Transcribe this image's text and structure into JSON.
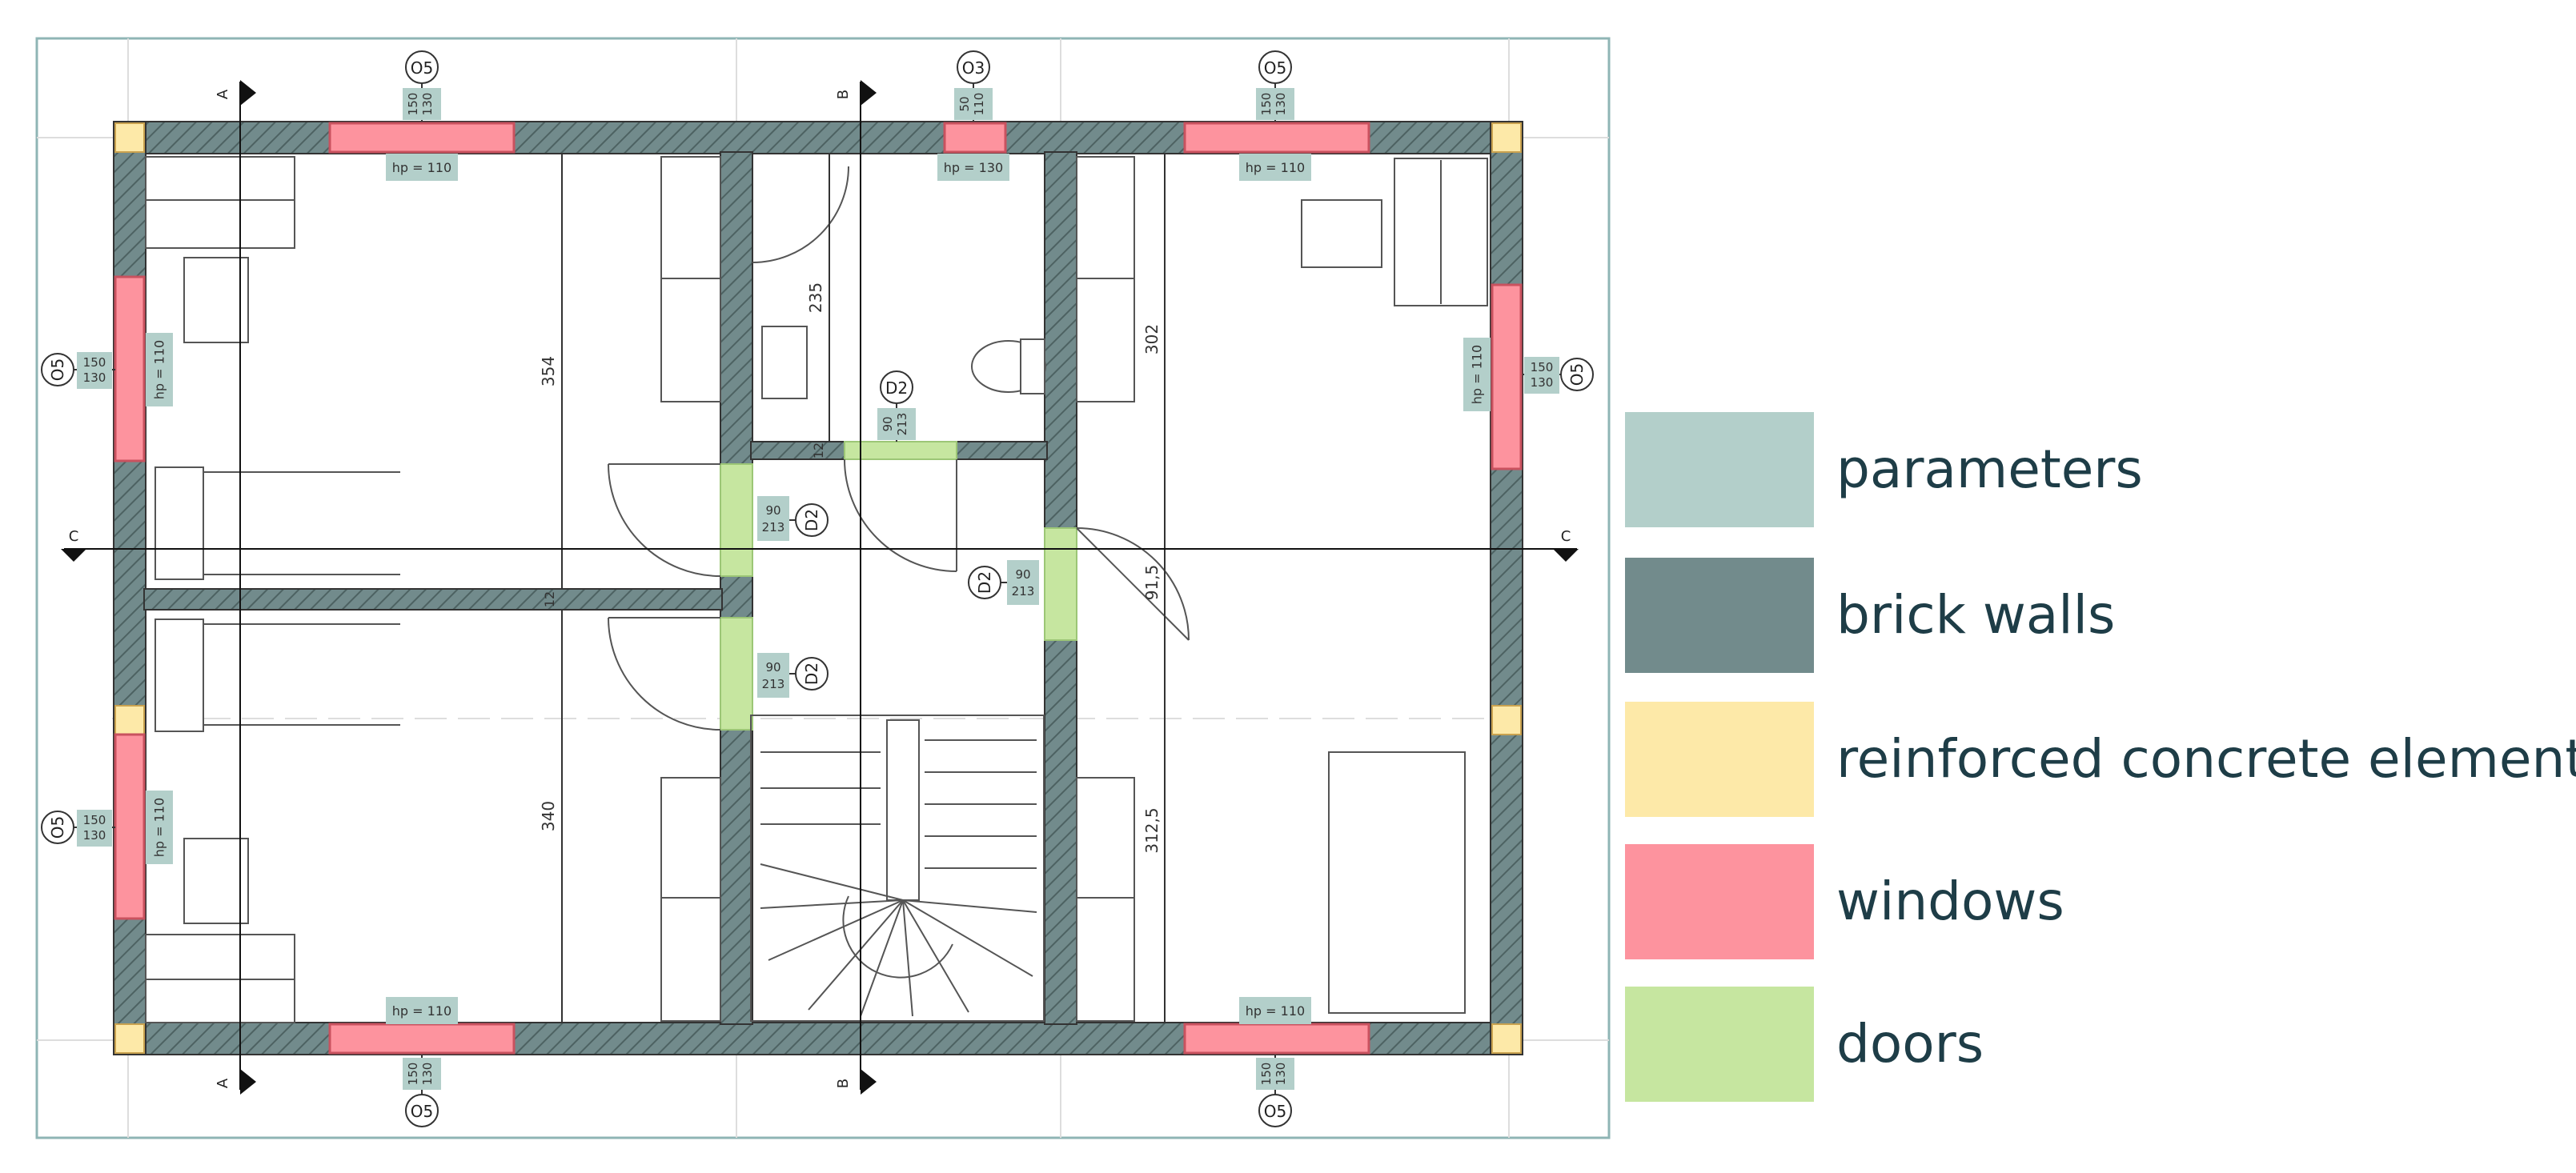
{
  "colors": {
    "parameters": "#b3cfca",
    "brick_walls": "#728b8c",
    "reinforced_concrete": "#fde9a8",
    "windows": "#fd939e",
    "doors": "#c6e6a0",
    "frame": "#8fb5b5",
    "line": "#444444",
    "wall_hatch": "#4d6262"
  },
  "legend": [
    {
      "label": "parameters",
      "color": "#b3cfca"
    },
    {
      "label": "brick walls",
      "color": "#728b8c"
    },
    {
      "label": "reinforced concrete elements",
      "color": "#fde9a8"
    },
    {
      "label": "windows",
      "color": "#fd939e"
    },
    {
      "label": "doors",
      "color": "#c6e6a0"
    }
  ],
  "section_markers": {
    "a": "A",
    "b": "B",
    "c": "C"
  },
  "windows": {
    "o5_top_left": {
      "code": "O5",
      "width": "150",
      "height": "130",
      "hp": "hp = 110"
    },
    "o3_top": {
      "code": "O3",
      "width": "50",
      "height": "110",
      "hp": "hp = 130"
    },
    "o5_top_right": {
      "code": "O5",
      "width": "150",
      "height": "130",
      "hp": "hp = 110"
    },
    "o5_left_upper": {
      "code": "O5",
      "width": "150",
      "height": "130",
      "hp": "hp = 110"
    },
    "o5_left_lower": {
      "code": "O5",
      "width": "150",
      "height": "130",
      "hp": "hp = 110"
    },
    "o5_right": {
      "code": "O5",
      "width": "150",
      "height": "130",
      "hp": "hp = 110"
    },
    "o5_bottom_left": {
      "code": "O5",
      "width": "150",
      "height": "130",
      "hp": "hp = 110"
    },
    "o5_bottom_right": {
      "code": "O5",
      "width": "150",
      "height": "130",
      "hp": "hp = 110"
    }
  },
  "doors": {
    "d2_bath": {
      "code": "D2",
      "width": "90",
      "height": "213"
    },
    "d2_left_upper": {
      "code": "D2",
      "width": "90",
      "height": "213"
    },
    "d2_left_lower": {
      "code": "D2",
      "width": "90",
      "height": "213"
    },
    "d2_right": {
      "code": "D2",
      "width": "90",
      "height": "213"
    }
  },
  "dimensions": {
    "d354": "354",
    "d340": "340",
    "d235": "235",
    "d302": "302",
    "d915": "91,5",
    "d3125": "312,5",
    "d12a": "12",
    "d12b": "12"
  }
}
